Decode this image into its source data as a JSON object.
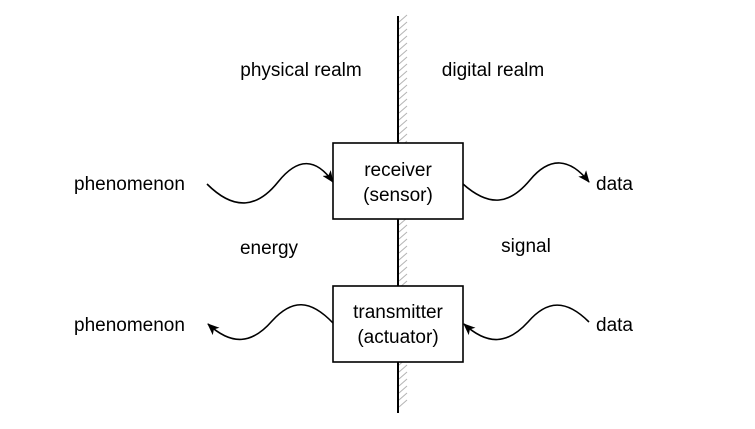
{
  "diagram": {
    "realms": {
      "physical": "physical realm",
      "digital": "digital realm"
    },
    "receiver": {
      "line1": "receiver",
      "line2": "(sensor)"
    },
    "transmitter": {
      "line1": "transmitter",
      "line2": "(actuator)"
    },
    "labels": {
      "phenomenon_in": "phenomenon",
      "data_out": "data",
      "energy": "energy",
      "signal": "signal",
      "phenomenon_out": "phenomenon",
      "data_in": "data"
    },
    "colors": {
      "stroke": "#000000",
      "hatch": "#b4b4b4",
      "background": "#ffffff"
    }
  }
}
